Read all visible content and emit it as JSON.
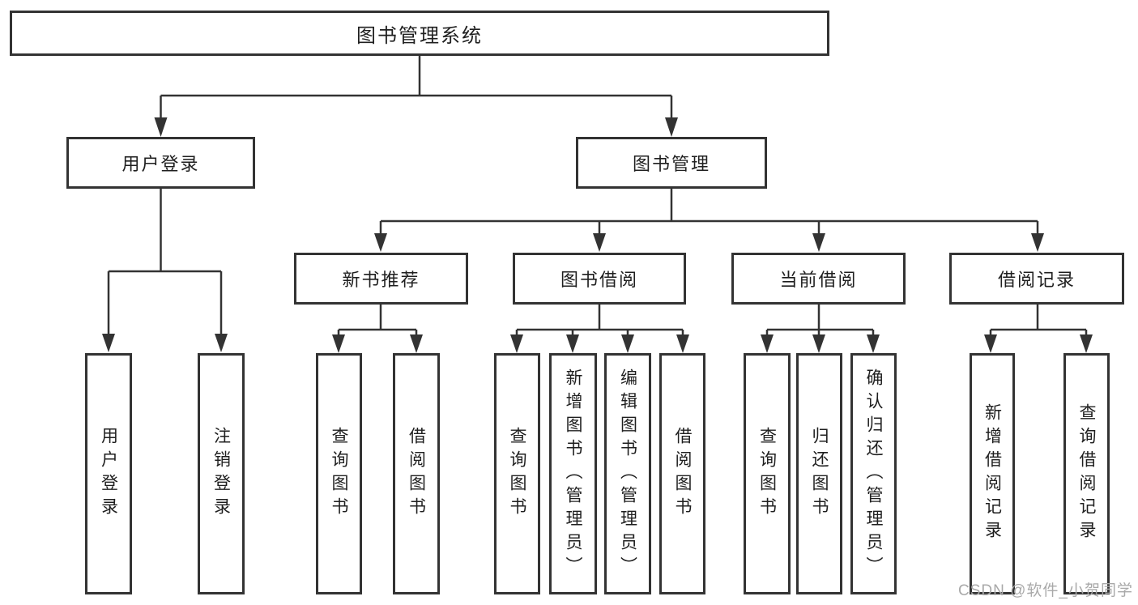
{
  "colors": {
    "line": "#333333",
    "border": "#333333",
    "text": "#1f1f1f",
    "watermark_text": "#a9a9a9",
    "background": "#ffffff"
  },
  "watermark": "CSDN @软件_小贺同学",
  "root": {
    "label": "图书管理系统"
  },
  "level2": {
    "user_login": "用户登录",
    "book_mgmt": "图书管理"
  },
  "level3": {
    "new_books": "新书推荐",
    "book_borrow": "图书借阅",
    "current_borrow": "当前借阅",
    "borrow_records": "借阅记录"
  },
  "leaves": {
    "user_login": [
      "用户登录",
      "注销登录"
    ],
    "new_books": [
      "查询图书",
      "借阅图书"
    ],
    "book_borrow": [
      "查询图书",
      "新增图书（管理员）",
      "编辑图书（管理员）",
      "借阅图书"
    ],
    "current_borrow": [
      "查询图书",
      "归还图书",
      "确认归还（管理员）"
    ],
    "borrow_records": [
      "新增借阅记录",
      "查询借阅记录"
    ]
  }
}
